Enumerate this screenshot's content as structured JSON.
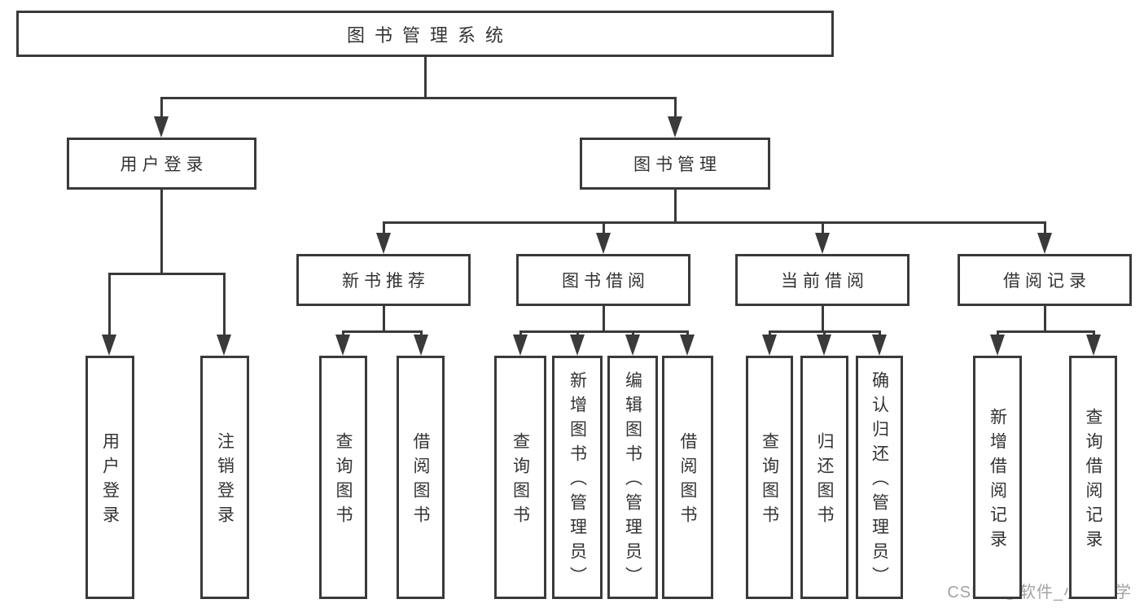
{
  "diagram": {
    "title": "图书管理系统",
    "watermark": "CSDN @软件_小贺同学",
    "colors": {
      "background": "#ffffff",
      "box_background": "#ffffff",
      "line": "#3a3a3a",
      "text": "#333333",
      "watermark": "#a3a3a3"
    },
    "nodes": [
      {
        "id": "root",
        "label": "图书管理系统",
        "level": 1,
        "parent": null,
        "orient": "h"
      },
      {
        "id": "user-login",
        "label": "用户登录",
        "level": 2,
        "parent": "root",
        "orient": "h"
      },
      {
        "id": "book-mgmt",
        "label": "图书管理",
        "level": 2,
        "parent": "root",
        "orient": "h"
      },
      {
        "id": "new-book-rec",
        "label": "新书推荐",
        "level": 3,
        "parent": "book-mgmt",
        "orient": "h"
      },
      {
        "id": "book-borrow",
        "label": "图书借阅",
        "level": 3,
        "parent": "book-mgmt",
        "orient": "h"
      },
      {
        "id": "current-borrow",
        "label": "当前借阅",
        "level": 3,
        "parent": "book-mgmt",
        "orient": "h"
      },
      {
        "id": "borrow-records",
        "label": "借阅记录",
        "level": 3,
        "parent": "book-mgmt",
        "orient": "h"
      },
      {
        "id": "v-login",
        "label": "用户登录",
        "level": 4,
        "parent": "user-login",
        "orient": "v"
      },
      {
        "id": "v-logout",
        "label": "注销登录",
        "level": 4,
        "parent": "user-login",
        "orient": "v"
      },
      {
        "id": "v-rec-query",
        "label": "查询图书",
        "level": 4,
        "parent": "new-book-rec",
        "orient": "v"
      },
      {
        "id": "v-rec-borrow",
        "label": "借阅图书",
        "level": 4,
        "parent": "new-book-rec",
        "orient": "v"
      },
      {
        "id": "v-bb-query",
        "label": "查询图书",
        "level": 4,
        "parent": "book-borrow",
        "orient": "v"
      },
      {
        "id": "v-bb-add",
        "label": "新增图书（管理员）",
        "level": 4,
        "parent": "book-borrow",
        "orient": "v"
      },
      {
        "id": "v-bb-edit",
        "label": "编辑图书（管理员）",
        "level": 4,
        "parent": "book-borrow",
        "orient": "v"
      },
      {
        "id": "v-bb-borrow",
        "label": "借阅图书",
        "level": 4,
        "parent": "book-borrow",
        "orient": "v"
      },
      {
        "id": "v-cb-query",
        "label": "查询图书",
        "level": 4,
        "parent": "current-borrow",
        "orient": "v"
      },
      {
        "id": "v-cb-return",
        "label": "归还图书",
        "level": 4,
        "parent": "current-borrow",
        "orient": "v"
      },
      {
        "id": "v-cb-confirm",
        "label": "确认归还（管理员）",
        "level": 4,
        "parent": "current-borrow",
        "orient": "v"
      },
      {
        "id": "v-br-add",
        "label": "新增借阅记录",
        "level": 4,
        "parent": "borrow-records",
        "orient": "v"
      },
      {
        "id": "v-br-query",
        "label": "查询借阅记录",
        "level": 4,
        "parent": "borrow-records",
        "orient": "v"
      }
    ]
  }
}
